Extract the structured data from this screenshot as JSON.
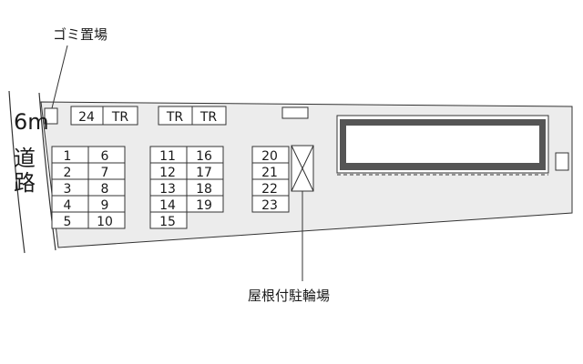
{
  "labels": {
    "garbage": "ゴミ置場",
    "bike_parking": "屋根付駐輪場",
    "road_width": "6m",
    "road_kanji_1": "道",
    "road_kanji_2": "路"
  },
  "parking": {
    "top_row": [
      "24",
      "TR",
      "TR",
      "TR"
    ],
    "col_a": [
      "1",
      "2",
      "3",
      "4",
      "5"
    ],
    "col_b": [
      "6",
      "7",
      "8",
      "9",
      "10"
    ],
    "col_c": [
      "11",
      "12",
      "13",
      "14",
      "15"
    ],
    "col_d": [
      "16",
      "17",
      "18",
      "19"
    ],
    "col_e": [
      "20",
      "21",
      "22",
      "23"
    ]
  },
  "colors": {
    "lot": "#ececec",
    "line": "#333333",
    "slot": "#ffffff",
    "building_fill": "#ffffff",
    "building_frame": "#555555"
  }
}
